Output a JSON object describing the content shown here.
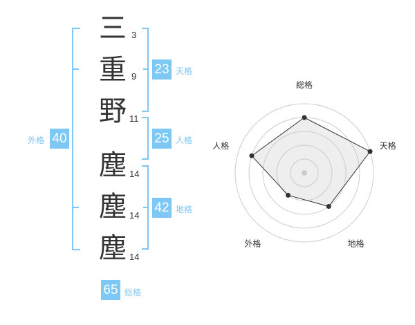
{
  "name_chars": [
    {
      "char": "三",
      "strokes": "3"
    },
    {
      "char": "重",
      "strokes": "9"
    },
    {
      "char": "野",
      "strokes": "11"
    },
    {
      "char": "塵",
      "strokes": "14"
    },
    {
      "char": "塵",
      "strokes": "14"
    },
    {
      "char": "塵",
      "strokes": "14"
    }
  ],
  "fortunes": {
    "tenkaku": {
      "label": "天格",
      "value": "23"
    },
    "jinkaku": {
      "label": "人格",
      "value": "25"
    },
    "chikaku": {
      "label": "地格",
      "value": "42"
    },
    "gaikaku": {
      "label": "外格",
      "value": "40"
    },
    "soukaku": {
      "label": "総格",
      "value": "65"
    }
  },
  "chart_data": {
    "type": "radar",
    "axes": [
      "総格",
      "天格",
      "地格",
      "外格",
      "人格"
    ],
    "values": [
      4,
      5,
      3,
      2,
      4
    ],
    "range": [
      0,
      5
    ],
    "rings": 5
  },
  "colors": {
    "accent": "#7ec8f5",
    "text": "#333333"
  }
}
